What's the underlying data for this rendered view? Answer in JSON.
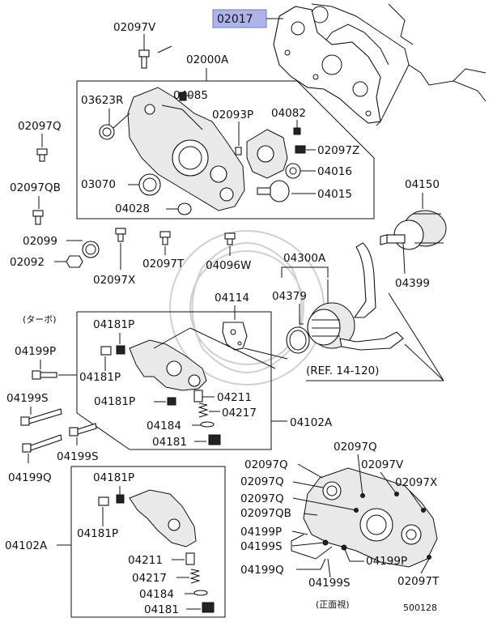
{
  "diagram": {
    "highlighted_part": "02017",
    "highlight_color": "#aeb4e8",
    "figure_number": "500128",
    "labels": {
      "p02017": "02017",
      "p02097V_top": "02097V",
      "p02000A": "02000A",
      "p04085": "04085",
      "p03623R": "03623R",
      "p02093P": "02093P",
      "p04082": "04082",
      "p02097Q_left": "02097Q",
      "p02097Z": "02097Z",
      "p04016": "04016",
      "p03070": "03070",
      "p04015": "04015",
      "p02097QB_left": "02097QB",
      "p04028": "04028",
      "p04150": "04150",
      "p02099": "02099",
      "p02092": "02092",
      "p02097T_mid": "02097T",
      "p04096W": "04096W",
      "p02097X_mid": "02097X",
      "p04300A": "04300A",
      "p04399": "04399",
      "p04114": "04114",
      "p04379": "04379",
      "turbo_note": "(ターボ)",
      "p04181P_a": "04181P",
      "p04199P_left": "04199P",
      "ref_note": "(REF. 14-120)",
      "p04181P_b": "04181P",
      "p04199S_left": "04199S",
      "p04181P_c": "04181P",
      "p04211_a": "04211",
      "p04217_a": "04217",
      "p04102A_right": "04102A",
      "p04184_a": "04184",
      "p04181_a": "04181",
      "p04199S_mid": "04199S",
      "p02097Q_r1": "02097Q",
      "p02097Q_r2": "02097Q",
      "p02097V_r": "02097V",
      "p04199Q": "04199Q",
      "p02097Q_r3": "02097Q",
      "p02097X_r": "02097X",
      "p04181P_d": "04181P",
      "p02097Q_r4": "02097Q",
      "p02097QB_r": "02097QB",
      "p04181P_e": "04181P",
      "p04102A_left": "04102A",
      "p04199P_r1": "04199P",
      "p04199S_r1": "04199S",
      "p04199P_r2": "04199P",
      "p04211_b": "04211",
      "p04217_b": "04217",
      "p04199Q_r": "04199Q",
      "p04199S_r2": "04199S",
      "p02097T_r": "02097T",
      "p04184_b": "04184",
      "front_view_note": "(正面視)",
      "p04181_b": "04181"
    }
  }
}
